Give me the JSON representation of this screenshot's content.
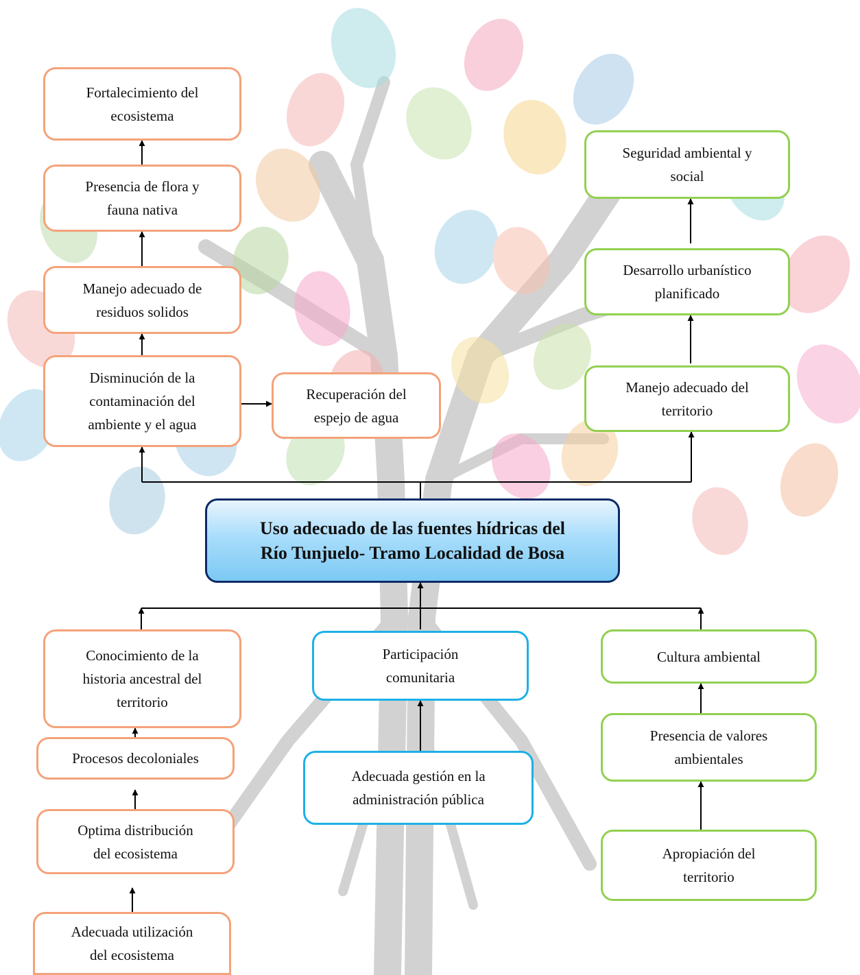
{
  "colors": {
    "orange_border": "#f4a27a",
    "green_border": "#92d050",
    "blue_border": "#1cb0e6",
    "center_border": "#0b2a66",
    "center_fill": "#a9ddfb",
    "arrow": "#000000"
  },
  "center": {
    "line1": "Uso adecuado de las fuentes hídricas del",
    "line2": "Río Tunjuelo- Tramo Localidad de Bosa"
  },
  "effects_left": [
    {
      "line1": "Fortalecimiento del",
      "line2": "ecosistema"
    },
    {
      "line1": "Presencia de flora y",
      "line2": "fauna nativa"
    },
    {
      "line1": "Manejo adecuado de",
      "line2": "residuos solidos"
    },
    {
      "line1": "Disminución de la",
      "line2": "contaminación del",
      "line3": "ambiente y el agua"
    }
  ],
  "effect_side": {
    "line1": "Recuperación del",
    "line2": "espejo de agua"
  },
  "effects_right": [
    {
      "line1": "Seguridad ambiental y",
      "line2": "social"
    },
    {
      "line1": "Desarrollo urbanístico",
      "line2": "planificado"
    },
    {
      "line1": "Manejo adecuado del",
      "line2": "territorio"
    }
  ],
  "causes_left": [
    {
      "line1": "Conocimiento de la",
      "line2": "historia ancestral del",
      "line3": "territorio"
    },
    {
      "line1": "Procesos decoloniales"
    },
    {
      "line1": "Optima distribución",
      "line2": "del ecosistema"
    },
    {
      "line1": "Adecuada utilización",
      "line2": "del ecosistema"
    }
  ],
  "causes_middle": [
    {
      "line1": "Participación",
      "line2": "comunitaria"
    },
    {
      "line1": "Adecuada gestión en la",
      "line2": "administración pública"
    }
  ],
  "causes_right": [
    {
      "line1": "Cultura ambiental"
    },
    {
      "line1": "Presencia de valores",
      "line2": "ambientales"
    },
    {
      "line1": "Apropiación del",
      "line2": "territorio"
    }
  ]
}
